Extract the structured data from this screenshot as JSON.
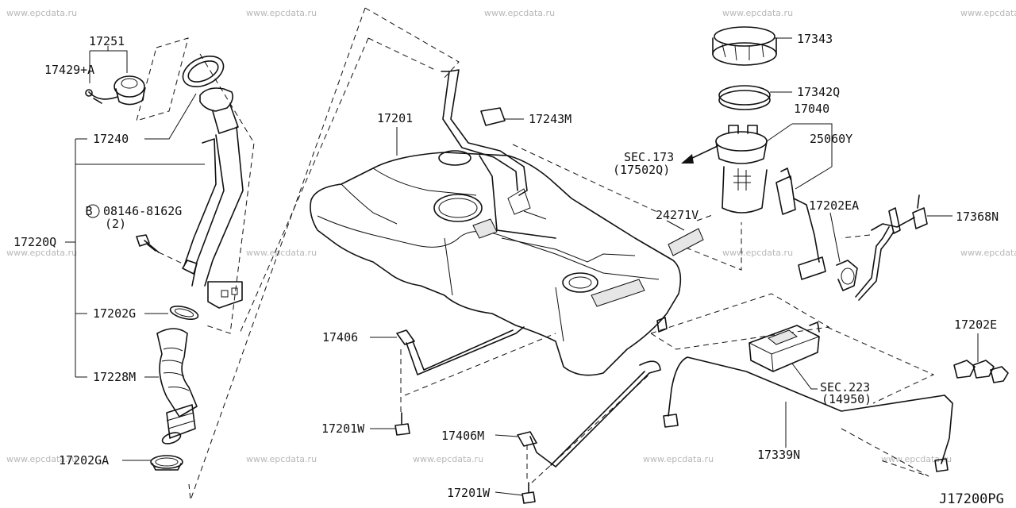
{
  "diagram_code": "J17200PG",
  "watermark": "www.epcdata.ru",
  "labels": {
    "p17251": "17251",
    "p17429A": "17429+A",
    "p17240": "17240",
    "bolt_code": "08146-8162G",
    "bolt_qty": "(2)",
    "bolt_marker": "B",
    "p17220Q": "17220Q",
    "p17202G": "17202G",
    "p17228M": "17228M",
    "p17202GA": "17202GA",
    "p17201": "17201",
    "p17243M": "17243M",
    "p17406": "17406",
    "p17201W_a": "17201W",
    "p17406M": "17406M",
    "p17201W_b": "17201W",
    "p17343": "17343",
    "p17342Q": "17342Q",
    "p17040": "17040",
    "p25060Y": "25060Y",
    "sec173": "SEC.173",
    "sec173_ref": "(17502Q)",
    "p24271V": "24271V",
    "p17202EA": "17202EA",
    "p17368N": "17368N",
    "sec223": "SEC.223",
    "sec223_ref": "(14950)",
    "p17339N": "17339N",
    "p17202E": "17202E"
  }
}
